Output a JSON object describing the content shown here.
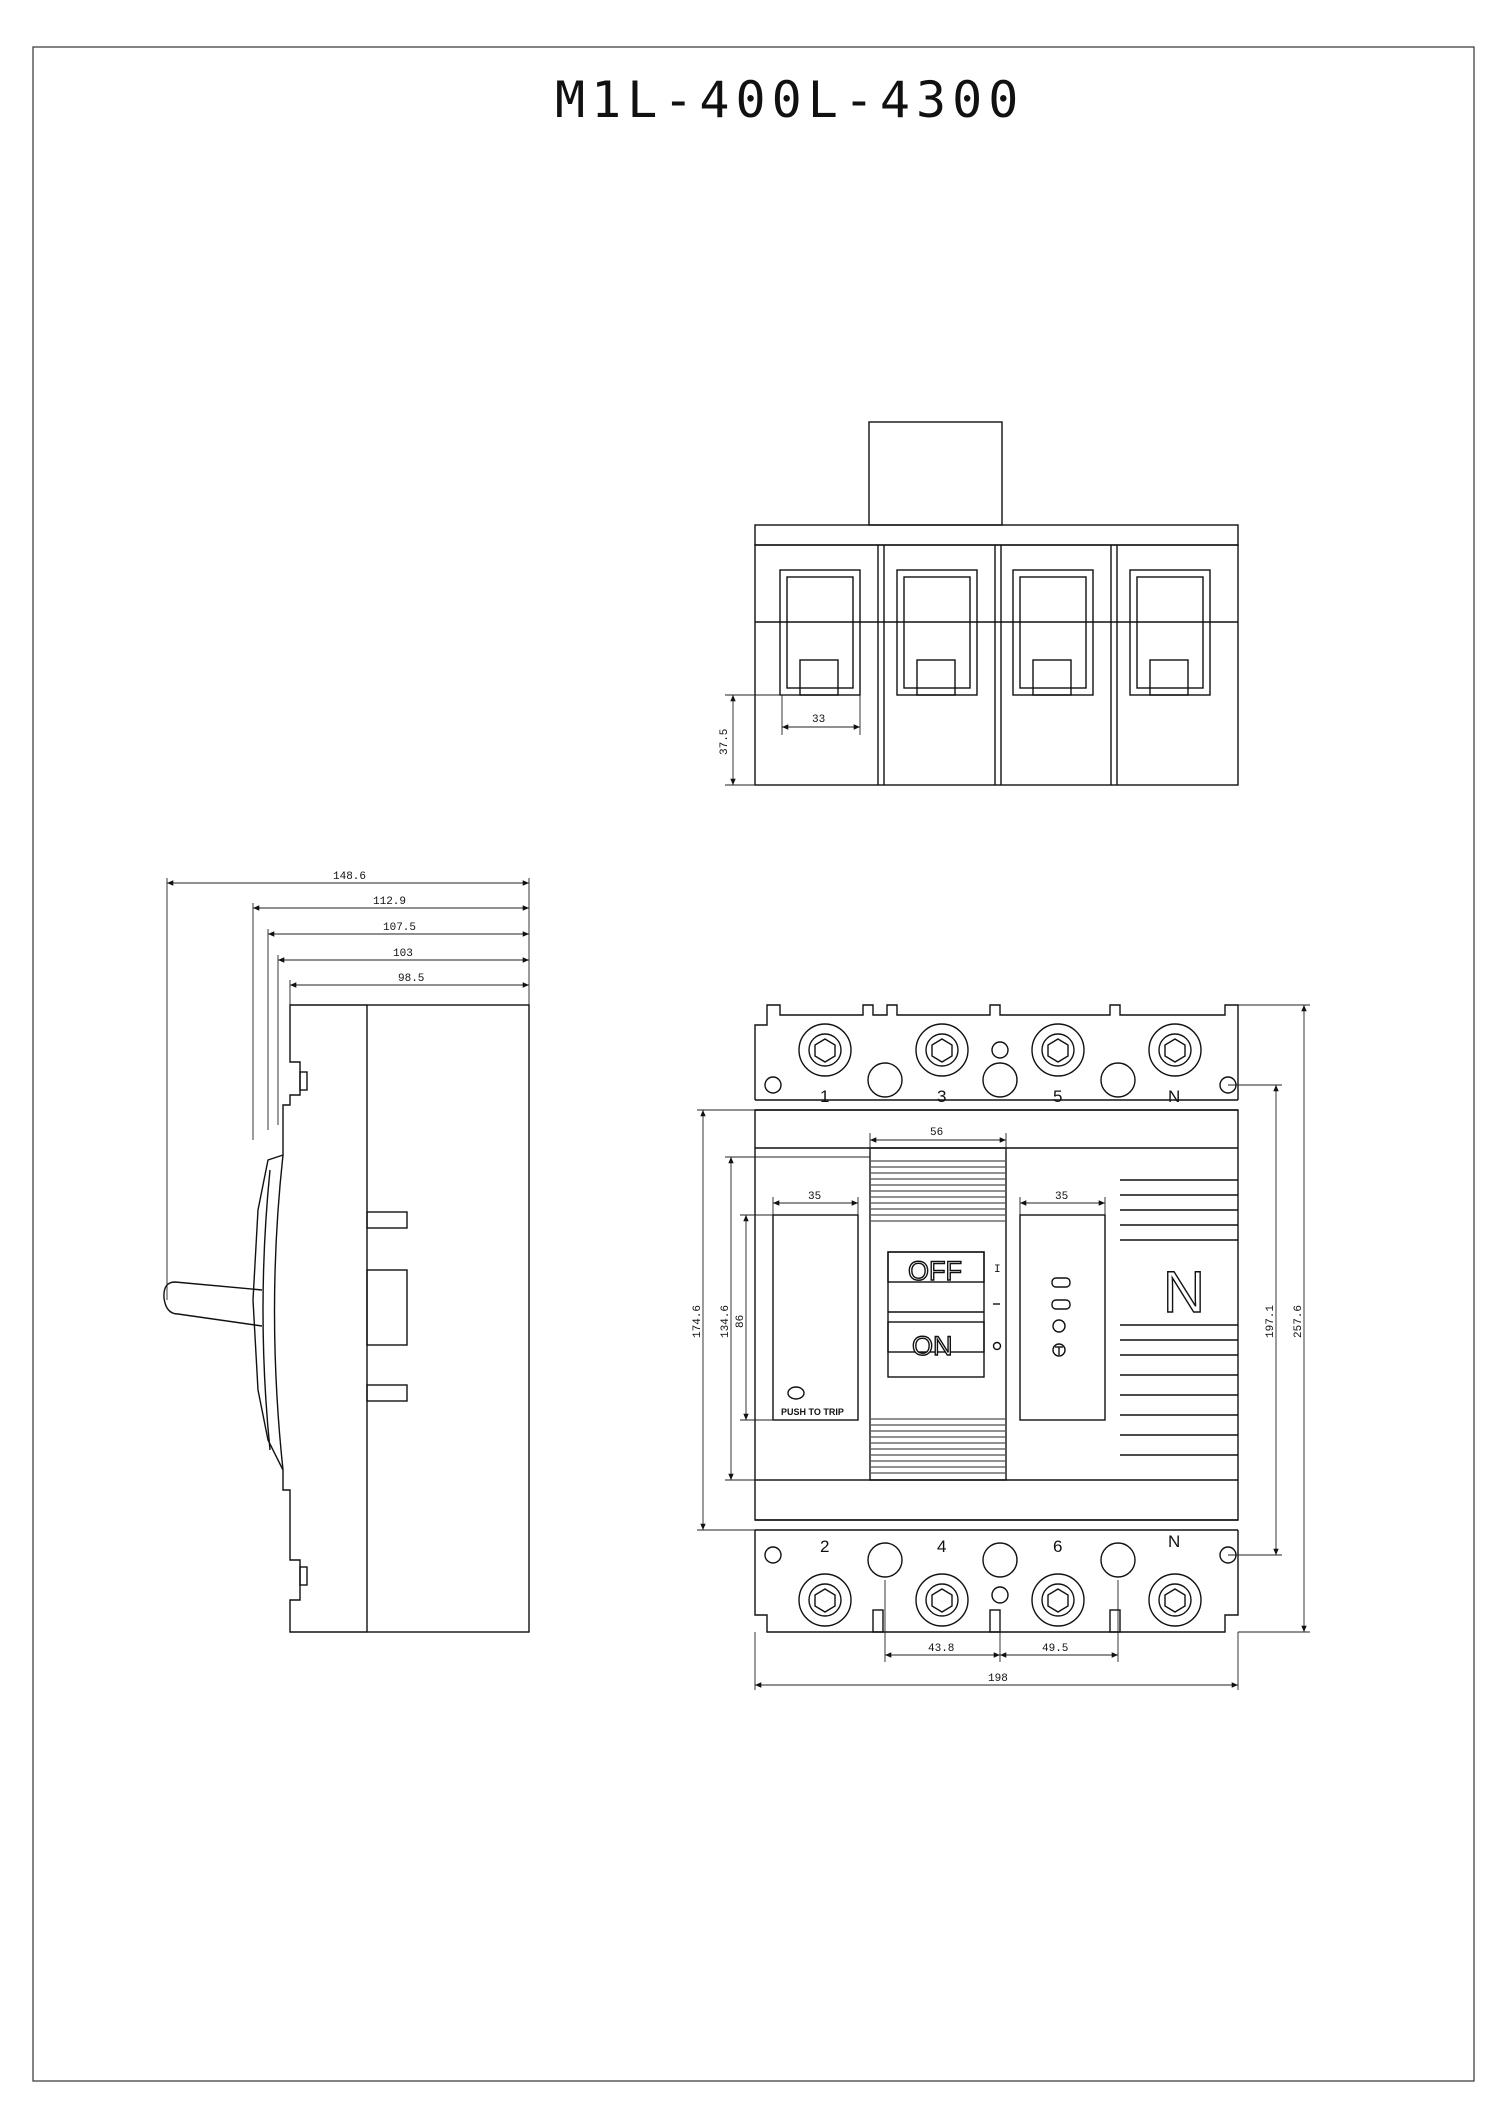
{
  "title": "M1L-400L-4300",
  "top_view": {
    "dims": {
      "terminal_width": "33",
      "terminal_height": "37.5"
    }
  },
  "side_view": {
    "dims": {
      "d1": "148.6",
      "d2": "112.9",
      "d3": "107.5",
      "d4": "103",
      "d5": "98.5"
    }
  },
  "front_view": {
    "top_terminals": [
      "1",
      "3",
      "5",
      "N"
    ],
    "bottom_terminals": [
      "2",
      "4",
      "6",
      "N"
    ],
    "off_label": "OFF",
    "on_label": "ON",
    "neutral_label": "N",
    "push_to_trip": "PUSH TO TRIP",
    "switch_marks": {
      "on": "I",
      "off": "O"
    },
    "dims": {
      "handle_width": "56",
      "left_window": "35",
      "right_window": "35",
      "h_total": "174.6",
      "h_mid": "134.6",
      "h_window": "86",
      "h_inner": "197.1",
      "h_outer": "257.6",
      "pitch_1": "43.8",
      "pitch_2": "49.5",
      "width": "198"
    }
  }
}
